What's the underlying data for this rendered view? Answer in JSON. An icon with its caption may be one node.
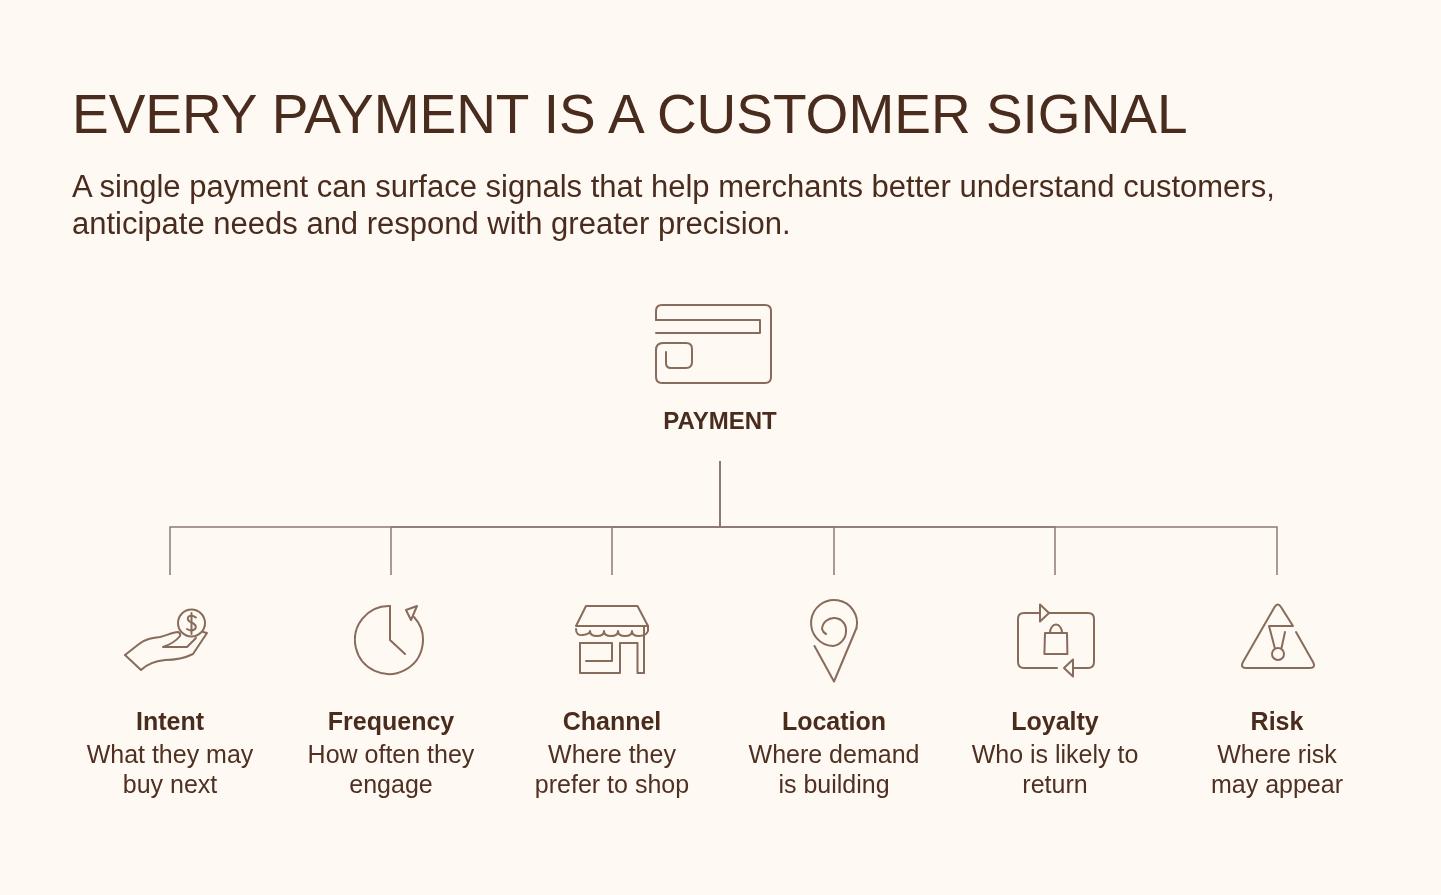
{
  "diagram": {
    "title": "EVERY PAYMENT IS A CUSTOMER SIGNAL",
    "nodes": [
      {
        "text": [
          "PAYMENT"
        ]
      },
      {
        "text": [
          "Intent",
          "What they may buy next"
        ]
      },
      {
        "text": [
          "Frequency",
          "How often they engage"
        ]
      },
      {
        "text": [
          "Channel",
          "Where they prefer to shop"
        ]
      },
      {
        "text": [
          "Location",
          "Where demand is building"
        ]
      },
      {
        "text": [
          "Loyalty",
          "Who is likely to return"
        ]
      },
      {
        "text": [
          "Risk",
          "Where risk may appear"
        ]
      }
    ],
    "edges": [
      {
        "from": 0,
        "to": 1,
        "arrow": "none"
      },
      {
        "from": 0,
        "to": 2,
        "arrow": "none"
      },
      {
        "from": 0,
        "to": 3,
        "arrow": "none"
      },
      {
        "from": 0,
        "to": 4,
        "arrow": "none"
      },
      {
        "from": 0,
        "to": 5,
        "arrow": "none"
      },
      {
        "from": 0,
        "to": 6,
        "arrow": "none"
      }
    ],
    "labels": [
      "A single payment can surface signals that help merchants better understand customers, anticipate needs and respond with greater precision."
    ]
  }
}
